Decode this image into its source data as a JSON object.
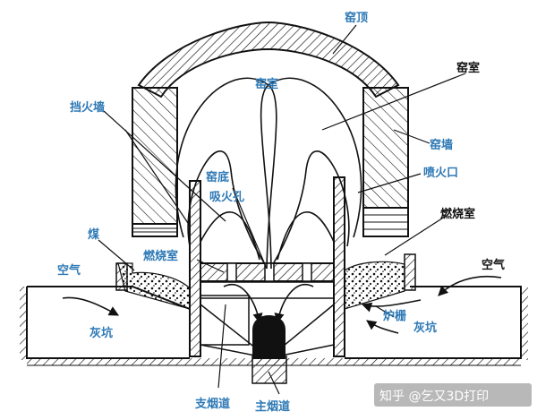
{
  "labels": {
    "kiln_top": "窑顶",
    "kiln_chamber_inner": "窑室",
    "kiln_chamber_outer": "窑室",
    "fire_wall": "挡火墙",
    "kiln_wall": "窑墙",
    "kiln_bottom": "窑底",
    "suction_hole": "吸火孔",
    "nozzle": "喷火口",
    "combustion_left": "燃烧室",
    "combustion_right": "燃烧室",
    "coal": "煤",
    "air_left": "空气",
    "air_right": "空气",
    "ash_pit_left": "灰坑",
    "ash_pit_right": "灰坑",
    "grate": "炉栅",
    "branch_flue": "支烟道",
    "main_flue": "主烟道"
  },
  "watermark": "知乎 @乞又3D打印",
  "colors": {
    "label": "#2e79b5",
    "ink": "#111111"
  }
}
